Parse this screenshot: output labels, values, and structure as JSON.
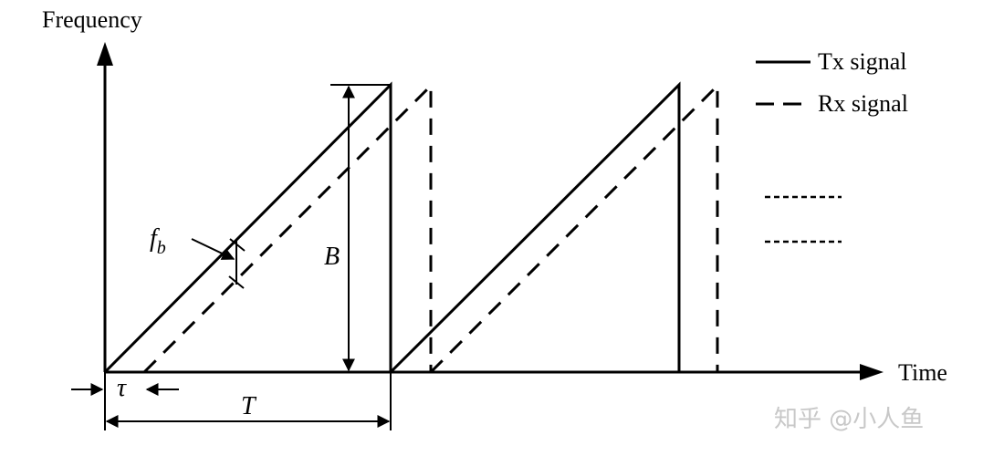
{
  "axes": {
    "y_label": "Frequency",
    "x_label": "Time"
  },
  "legend": {
    "tx_label": "Tx signal",
    "rx_label": "Rx signal"
  },
  "annotations": {
    "beat_frequency_symbol": "f",
    "beat_frequency_subscript": "b",
    "bandwidth_symbol": "B",
    "delay_symbol": "τ",
    "period_symbol": "T"
  },
  "watermark": "知乎 @小人鱼"
}
